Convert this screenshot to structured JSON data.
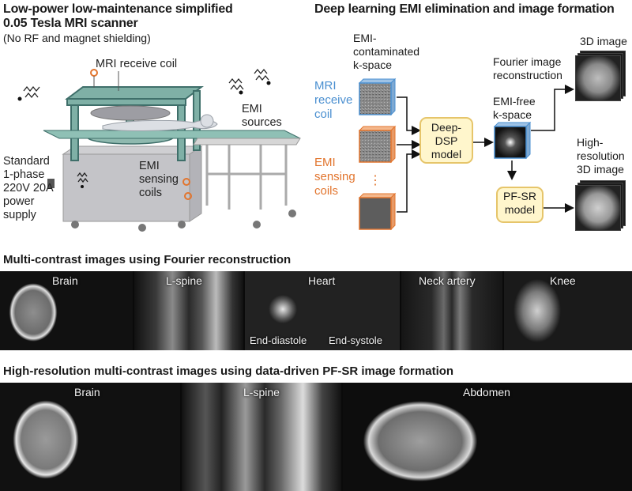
{
  "scanner": {
    "title_line1": "Low-power low-maintenance simplified",
    "title_line2": "0.05 Tesla MRI scanner",
    "subtitle": "(No RF and magnet shielding)",
    "receive_coil": "MRI receive coil",
    "emi_sources_line1": "EMI",
    "emi_sources_line2": "sources",
    "power_line1": "Standard",
    "power_line2": "1-phase",
    "power_line3": "220V 20A",
    "power_line4": "power",
    "power_line5": "supply",
    "sensing_line1": "EMI",
    "sensing_line2": "sensing",
    "sensing_line3": "coils"
  },
  "pipeline": {
    "title": "Deep learning EMI elimination and image formation",
    "contam_line1": "EMI-",
    "contam_line2": "contaminated",
    "contam_line3": "k-space",
    "mri_line1": "MRI",
    "mri_line2": "receive",
    "mri_line3": "coil",
    "emi_line1": "EMI",
    "emi_line2": "sensing",
    "emi_line3": "coils",
    "dots": "⋮",
    "dsp_line1": "Deep-",
    "dsp_line2": "DSP",
    "dsp_line3": "model",
    "free_line1": "EMI-free",
    "free_line2": "k-space",
    "fourier_line1": "Fourier image",
    "fourier_line2": "reconstruction",
    "img3d": "3D image",
    "hr_line1": "High-",
    "hr_line2": "resolution",
    "hr_line3": "3D image",
    "pfsr_line1": "PF-SR",
    "pfsr_line2": "model"
  },
  "row1": {
    "title": "Multi-contrast images using Fourier reconstruction",
    "brain": "Brain",
    "lspine": "L-spine",
    "heart": "Heart",
    "end_diastole": "End-diastole",
    "end_systole": "End-systole",
    "neck": "Neck artery",
    "knee": "Knee"
  },
  "row2": {
    "title": "High-resolution multi-contrast images using data-driven PF-SR image formation",
    "brain": "Brain",
    "lspine": "L-spine",
    "abdomen": "Abdomen"
  },
  "colors": {
    "accent_blue": "#4a8fd0",
    "accent_orange": "#e2752e",
    "model_fill": "#fff6cc",
    "model_border": "#e6c56a"
  }
}
